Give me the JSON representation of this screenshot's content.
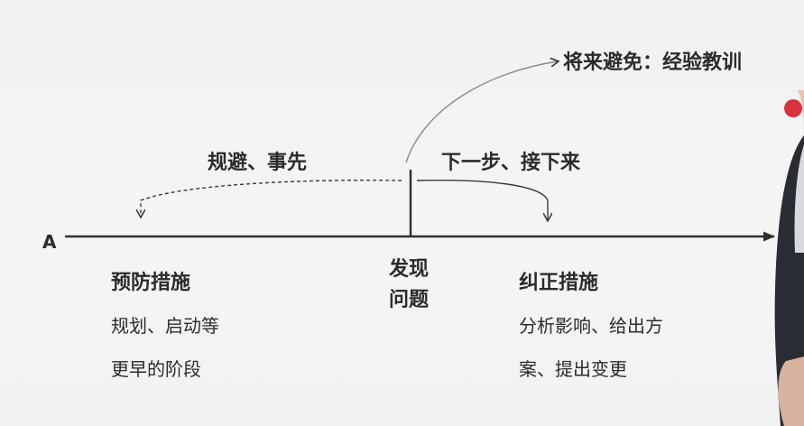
{
  "diagram": {
    "axis_start_label": "A",
    "discovery_label_line1": "发现",
    "discovery_label_line2": "问题",
    "avoid_label": "规避、事先",
    "next_label": "下一步、接下来",
    "future_label": "将来避免：经验教训",
    "preventive": {
      "title": "预防措施",
      "line1": "规划、启动等",
      "line2": "更早的阶段"
    },
    "corrective": {
      "title": "纠正措施",
      "line1": "分析影响、给出方",
      "line2": "案、提出变更"
    },
    "colors": {
      "line": "#2f2f2f",
      "text": "#2b2b2b",
      "background": "#f3f3f3"
    }
  }
}
